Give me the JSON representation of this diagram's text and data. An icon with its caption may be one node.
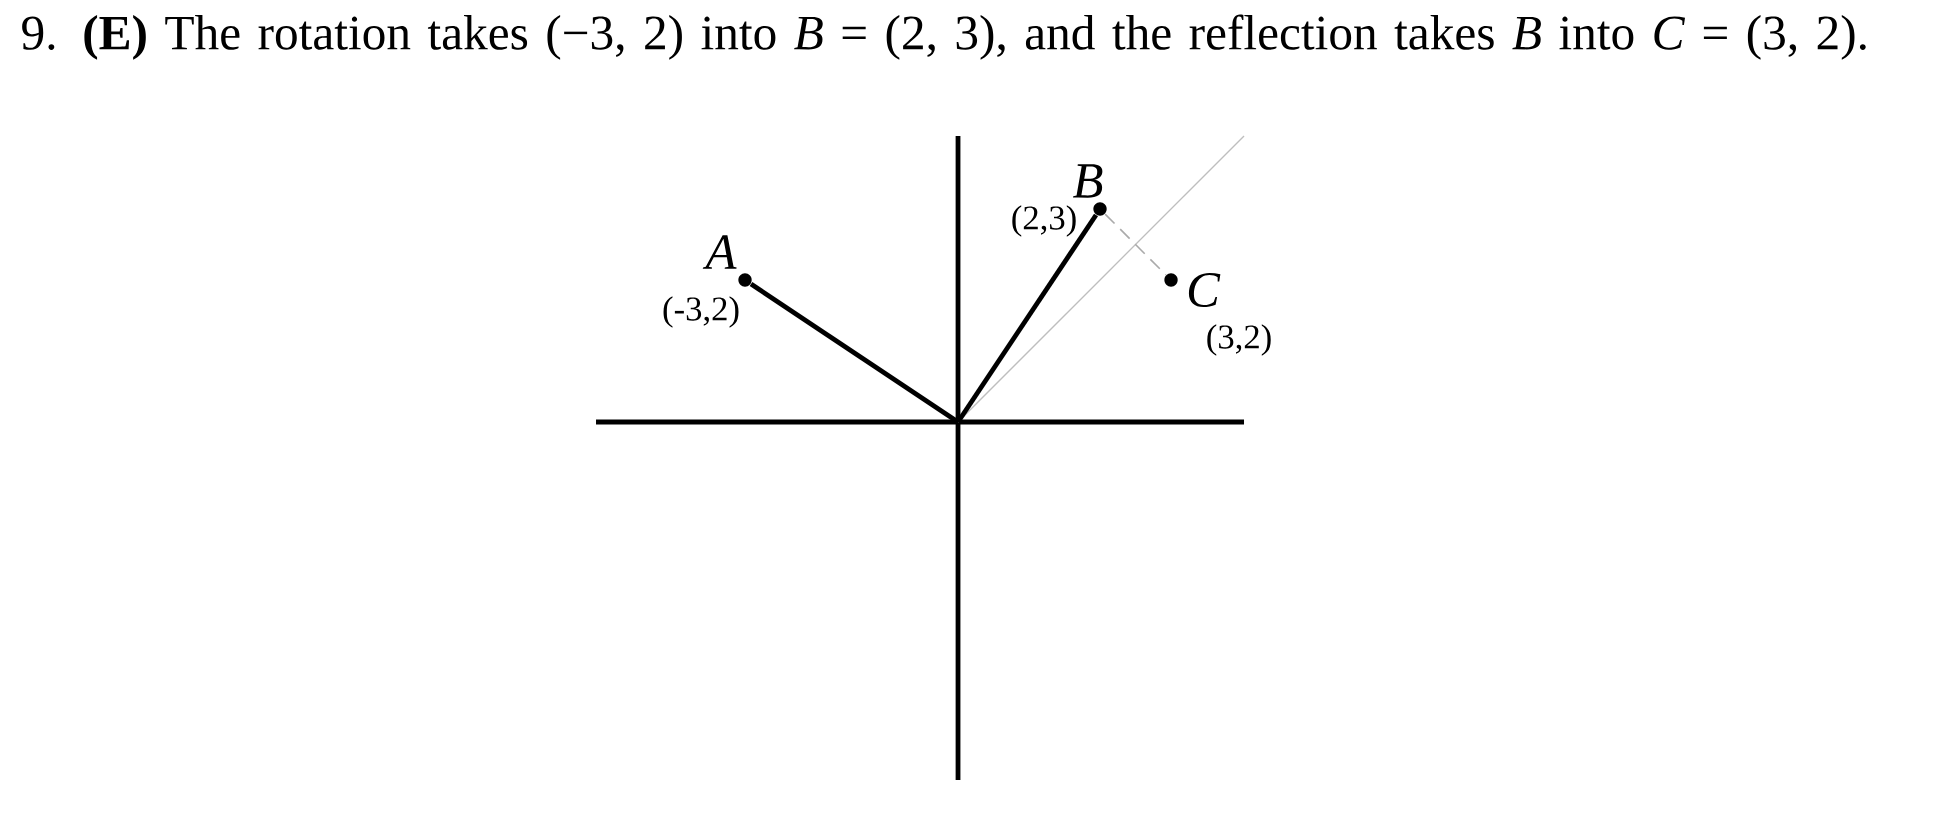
{
  "diagram": {
    "caption": "9. **(E)** The rotation takes (−3, 2) into *B* = (2, 3), and the reflection takes *B* into *C* = (3, 2).",
    "nodes": [
      {
        "text": [
          "A",
          "(-3,2)"
        ]
      },
      {
        "text": [
          "B",
          "(2,3)"
        ]
      },
      {
        "text": [
          "C",
          "(3,2)"
        ]
      }
    ],
    "edges": [
      {
        "from": null,
        "to": 0,
        "arrow": "none"
      },
      {
        "from": null,
        "to": 1,
        "arrow": "none"
      },
      {
        "from": 1,
        "to": 2,
        "arrow": "none",
        "style": "dashed",
        "color": "#aaaaaa"
      }
    ]
  }
}
